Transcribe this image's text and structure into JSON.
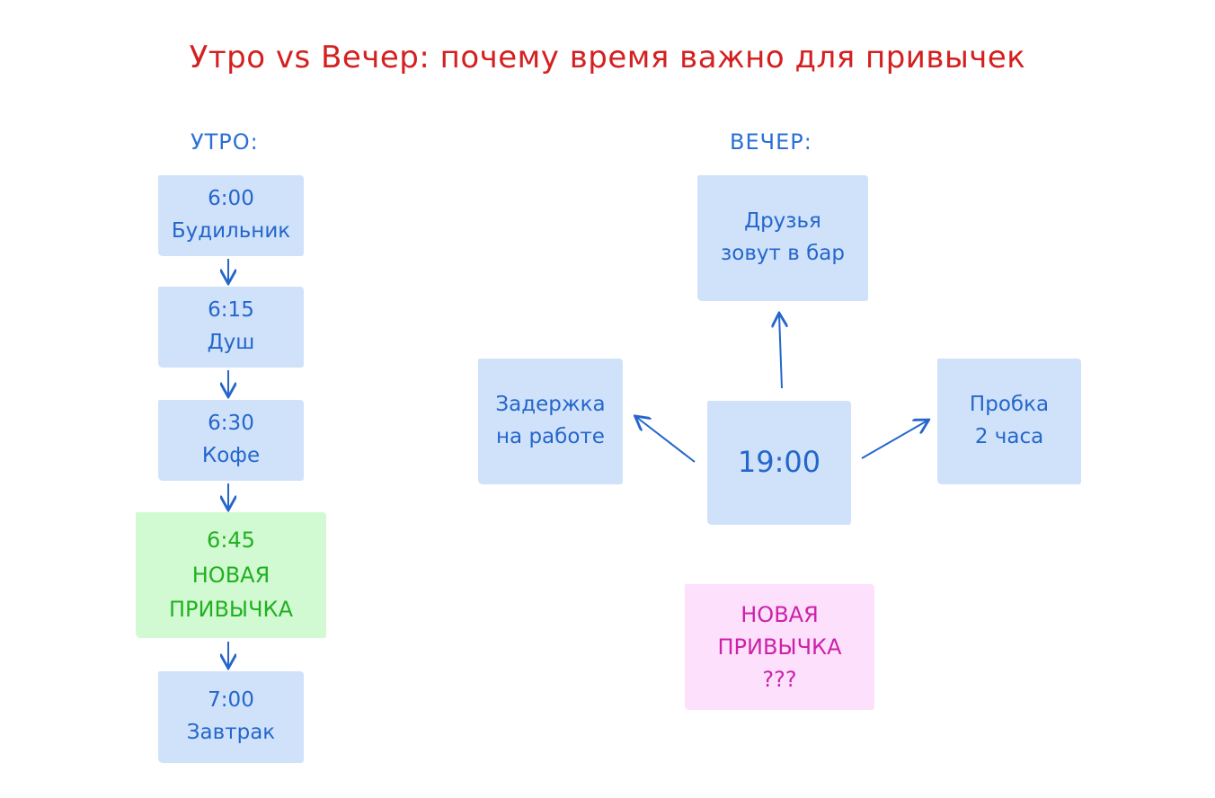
{
  "title": "Утро vs Вечер: почему время важно для привычек",
  "colors": {
    "title": "#d42020",
    "blue_text": "#2466cc",
    "blue_fill": "#d0e2fa",
    "green_text": "#22b022",
    "green_fill": "#d2fad2",
    "pink_text": "#cc22aa",
    "pink_fill": "#fde0fb"
  },
  "morning": {
    "heading": "УТРО:",
    "steps": [
      {
        "time": "6:00",
        "label": "Будильник"
      },
      {
        "time": "6:15",
        "label": "Душ"
      },
      {
        "time": "6:30",
        "label": "Кофе"
      },
      {
        "time": "6:45",
        "label": "НОВАЯ ПРИВЫЧКА"
      },
      {
        "time": "7:00",
        "label": "Завтрак"
      }
    ]
  },
  "evening": {
    "heading": "ВЕЧЕР:",
    "center": "19:00",
    "top": {
      "line1": "Друзья",
      "line2": "зовут в бар"
    },
    "left": {
      "line1": "Задержка",
      "line2": "на работе"
    },
    "right": {
      "line1": "Пробка",
      "line2": "2 часа"
    },
    "new_habit": {
      "line1": "НОВАЯ",
      "line2": "ПРИВЫЧКА",
      "line3": "???"
    }
  }
}
